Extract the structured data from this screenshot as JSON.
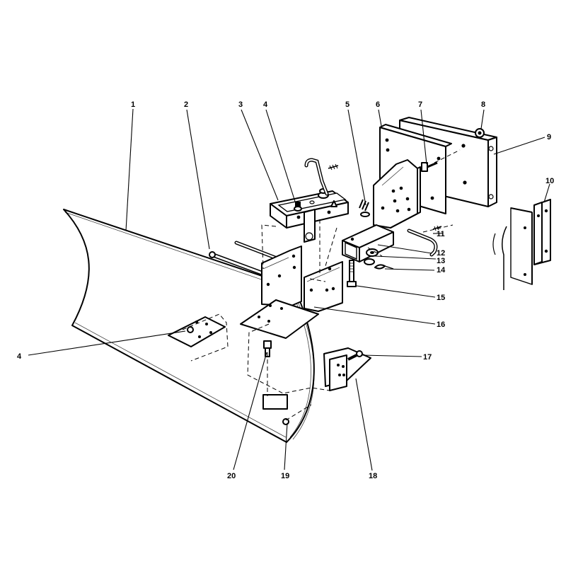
{
  "diagram": {
    "callouts": [
      {
        "label": "1"
      },
      {
        "label": "2"
      },
      {
        "label": "3"
      },
      {
        "label": "4"
      },
      {
        "label": "5"
      },
      {
        "label": "6"
      },
      {
        "label": "7"
      },
      {
        "label": "8"
      },
      {
        "label": "9"
      },
      {
        "label": "10"
      },
      {
        "label": "11"
      },
      {
        "label": "12"
      },
      {
        "label": "13"
      },
      {
        "label": "14"
      },
      {
        "label": "15"
      },
      {
        "label": "16"
      },
      {
        "label": "4"
      },
      {
        "label": "17"
      },
      {
        "label": "18"
      },
      {
        "label": "19"
      },
      {
        "label": "20"
      }
    ]
  }
}
